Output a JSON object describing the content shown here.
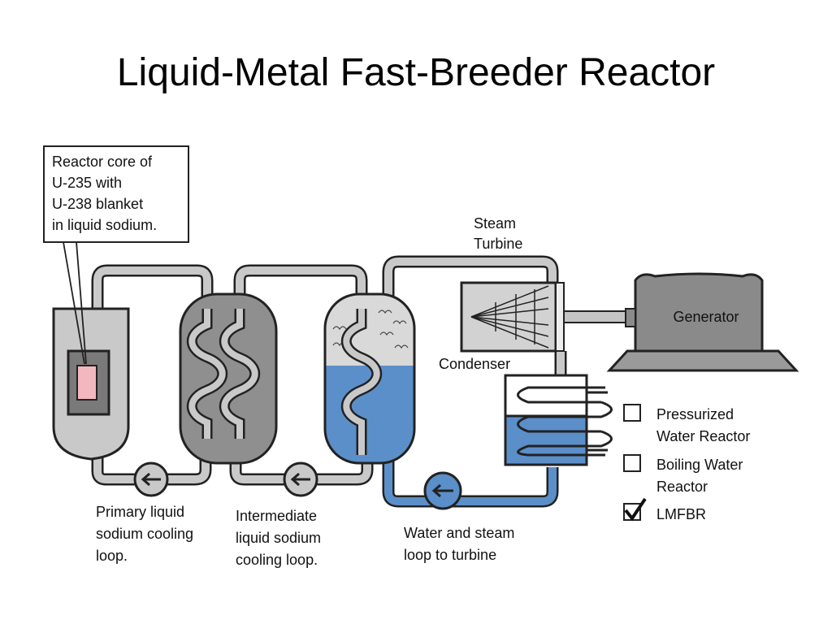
{
  "title": "Liquid-Metal Fast-Breeder Reactor",
  "colors": {
    "pipe_grey": "#c9c9c9",
    "vessel_grey": "#8f8f8f",
    "water_blue": "#5b8fc9",
    "core_pink": "#f3b7bf",
    "generator_grey": "#8a8a8a"
  },
  "labels": {
    "core_callout": [
      "Reactor core of",
      "U-235 with",
      "U-238 blanket",
      "in liquid sodium."
    ],
    "steam_turbine": [
      "Steam",
      "Turbine"
    ],
    "generator": "Generator",
    "condenser": "Condenser",
    "primary_loop": [
      "Primary liquid",
      "sodium cooling",
      "loop."
    ],
    "intermediate_loop": [
      "Intermediate",
      "liquid sodium",
      "cooling loop."
    ],
    "water_loop": [
      "Water and steam",
      "loop to turbine"
    ]
  },
  "legend": [
    {
      "label": [
        "Pressurized",
        "Water Reactor"
      ],
      "checked": false
    },
    {
      "label": [
        "Boiling Water",
        "Reactor"
      ],
      "checked": false
    },
    {
      "label": [
        "LMFBR"
      ],
      "checked": true
    }
  ],
  "icons": {
    "pump": "pump-icon",
    "check": "checkmark-icon"
  }
}
